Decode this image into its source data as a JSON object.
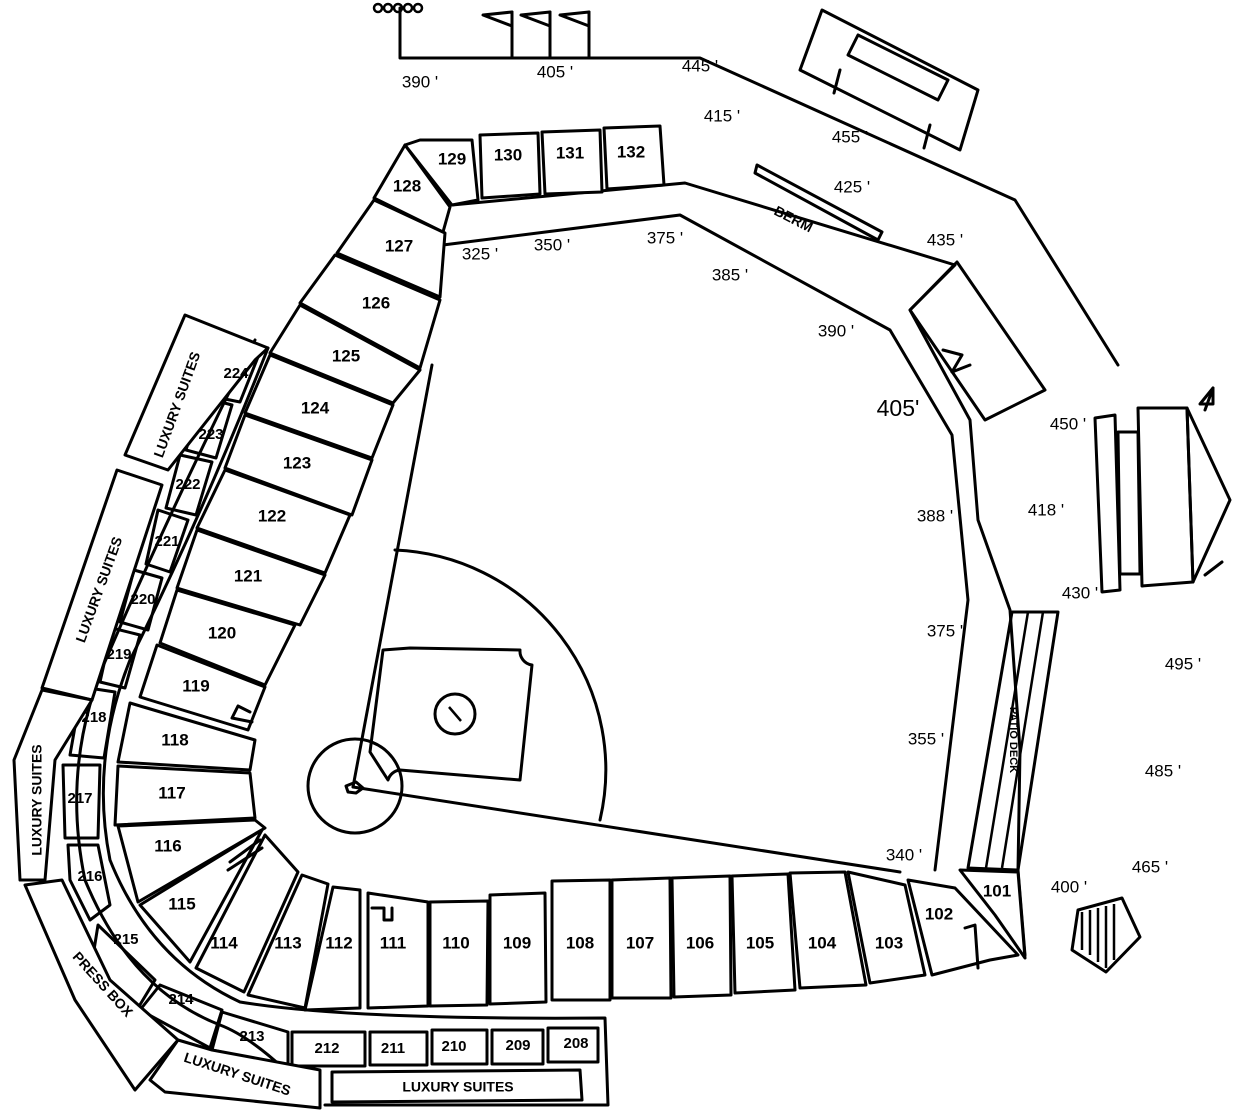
{
  "sections_lower": [
    "101",
    "102",
    "103",
    "104",
    "105",
    "106",
    "107",
    "108",
    "109",
    "110",
    "111",
    "112",
    "113",
    "114",
    "115",
    "116",
    "117",
    "118",
    "119",
    "120",
    "121",
    "122",
    "123",
    "124",
    "125",
    "126",
    "127",
    "128",
    "129",
    "130",
    "131",
    "132"
  ],
  "sections_upper": [
    "208",
    "209",
    "210",
    "211",
    "212",
    "213",
    "214",
    "215",
    "216",
    "217",
    "218",
    "219",
    "220",
    "221",
    "222",
    "223",
    "224"
  ],
  "labels": {
    "luxury_suites": "LUXURY SUITES",
    "press_box": "PRESS BOX",
    "berm": "BERM",
    "patio_deck": "PATIO DECK"
  },
  "distances": {
    "d390_top": "390 '",
    "d405_top": "405 '",
    "d445": "445 '",
    "d415": "415 '",
    "d455": "455 '",
    "d425": "425 '",
    "d435": "435 '",
    "d325": "325 '",
    "d350": "350 '",
    "d375_top": "375 '",
    "d385": "385 '",
    "d390_mid": "390 '",
    "d405_center": "405'",
    "d450": "450 '",
    "d418": "418 '",
    "d388": "388 '",
    "d430": "430 '",
    "d375_right": "375 '",
    "d495": "495 '",
    "d355": "355 '",
    "d485": "485 '",
    "d340": "340 '",
    "d400": "400 '",
    "d465": "465 '"
  }
}
